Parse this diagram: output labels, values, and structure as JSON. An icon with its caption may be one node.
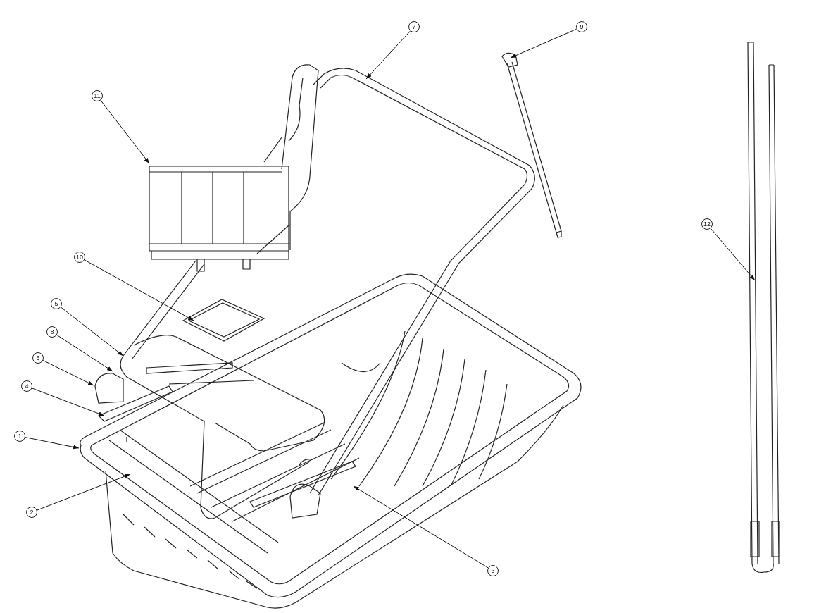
{
  "diagram": {
    "nodes": [
      {
        "text": [
          "1"
        ]
      },
      {
        "text": [
          "2"
        ]
      },
      {
        "text": [
          "3"
        ]
      },
      {
        "text": [
          "4"
        ]
      },
      {
        "text": [
          "5"
        ]
      },
      {
        "text": [
          "6"
        ]
      },
      {
        "text": [
          "7"
        ]
      },
      {
        "text": [
          "8"
        ]
      },
      {
        "text": [
          "9"
        ]
      },
      {
        "text": [
          "10"
        ]
      },
      {
        "text": [
          "11"
        ]
      },
      {
        "text": [
          "12"
        ]
      }
    ],
    "edges": [
      {
        "from": 0,
        "to": null,
        "arrow": "to"
      },
      {
        "from": 1,
        "to": null,
        "arrow": "to"
      },
      {
        "from": 2,
        "to": null,
        "arrow": "to"
      },
      {
        "from": 3,
        "to": null,
        "arrow": "to"
      },
      {
        "from": 4,
        "to": null,
        "arrow": "to"
      },
      {
        "from": 5,
        "to": null,
        "arrow": "to"
      },
      {
        "from": 6,
        "to": null,
        "arrow": "to"
      },
      {
        "from": 7,
        "to": null,
        "arrow": "to"
      },
      {
        "from": 8,
        "to": null,
        "arrow": "to"
      },
      {
        "from": 9,
        "to": null,
        "arrow": "to"
      },
      {
        "from": 10,
        "to": null,
        "arrow": "to"
      },
      {
        "from": 11,
        "to": null,
        "arrow": "to"
      }
    ]
  }
}
